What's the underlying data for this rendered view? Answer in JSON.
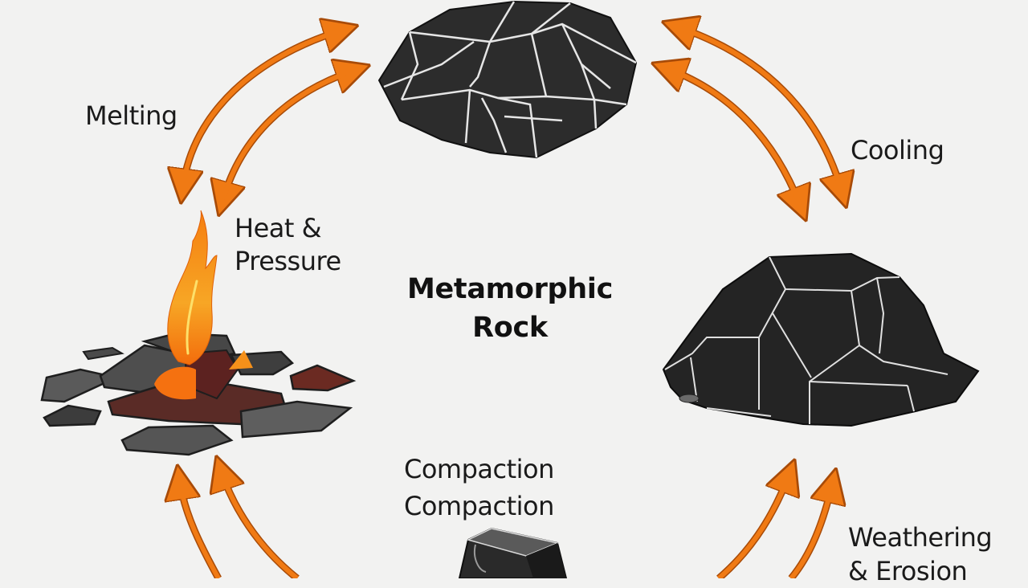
{
  "diagram": {
    "title": "Metamorphic Rock",
    "title_line1": "Metamorphic",
    "title_line2": "Rock",
    "labels": {
      "melting": "Melting",
      "heat_pressure_line1": "Heat &",
      "heat_pressure_line2": "Pressure",
      "cooling": "Cooling",
      "compaction_line1": "Compaction",
      "compaction_line2": "Compaction",
      "weathering_line1": "Weathering",
      "weathering_line2": "& Erosion"
    },
    "nodes": [
      {
        "id": "top-rock",
        "description": "faceted dark igneous rock"
      },
      {
        "id": "right-rock",
        "description": "large dark faceted rock"
      },
      {
        "id": "heated-slabs",
        "description": "flat rock slabs with flame"
      },
      {
        "id": "bottom-block",
        "description": "dark compacted block"
      }
    ],
    "colors": {
      "background": "#f2f2f1",
      "arrow": "#f07a14",
      "arrow_outline": "#a84b08",
      "rock": "#2b2b2b",
      "rock_edge": "#e8e8e8",
      "flame": "#f5a020",
      "text": "#1a1a1a"
    }
  }
}
